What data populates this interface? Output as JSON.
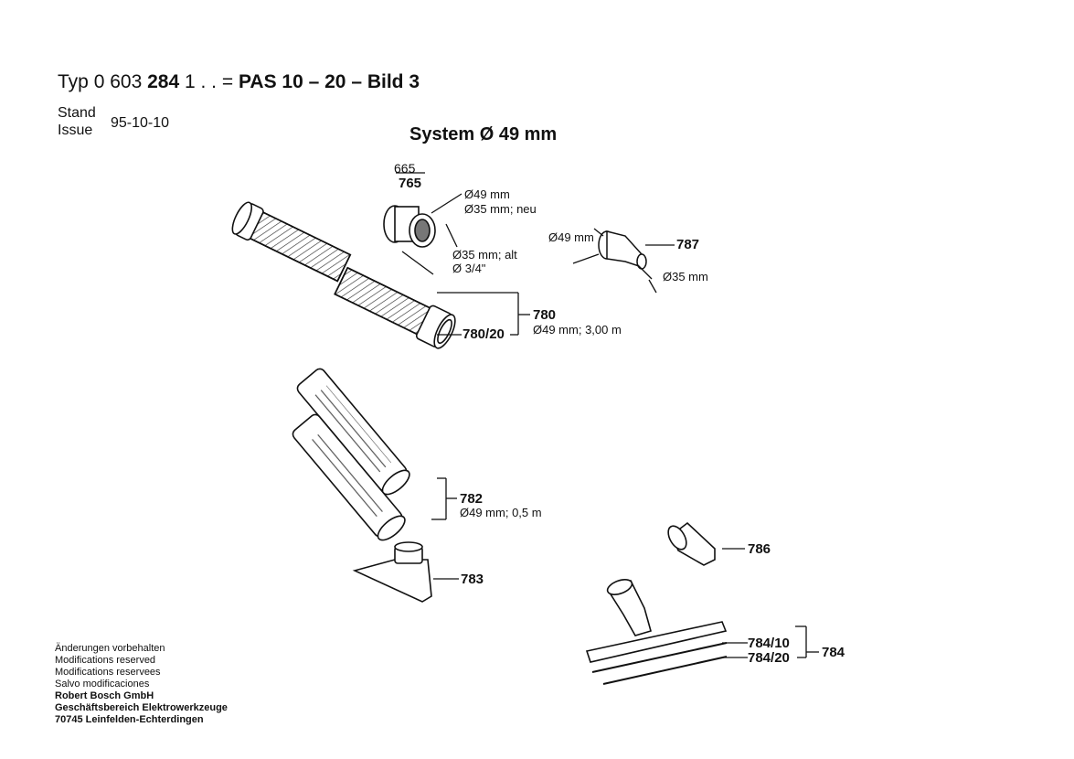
{
  "header": {
    "typ_prefix": "Typ",
    "typ_number_a": "0 603",
    "typ_number_b": "284",
    "typ_number_c": "1 . . =",
    "model": "PAS 10 – 20 – Bild 3",
    "stand_label": "Stand",
    "issue_label": "Issue",
    "date": "95-10-10"
  },
  "system_title": "System Ø 49 mm",
  "parts": {
    "p665": "665",
    "p765": "765",
    "p765_note1": "Ø49 mm",
    "p765_note2": "Ø35 mm; neu",
    "p765_note3": "Ø35 mm; alt",
    "p765_note4": "Ø 3/4\"",
    "p787": "787",
    "p787_note1": "Ø49 mm",
    "p787_note2": "Ø35 mm",
    "p780": "780",
    "p780_20": "780/20",
    "p780_note": "Ø49 mm; 3,00 m",
    "p782": "782",
    "p782_note": "Ø49 mm;  0,5 m",
    "p783": "783",
    "p786": "786",
    "p784": "784",
    "p784_10": "784/10",
    "p784_20": "784/20"
  },
  "footer": {
    "line1": "Änderungen vorbehalten",
    "line2": "Modifications reserved",
    "line3": "Modifications reservees",
    "line4": "Salvo modificaciones",
    "line5": "Robert Bosch GmbH",
    "line6": "Geschäftsbereich Elektrowerkzeuge",
    "line7": "70745 Leinfelden-Echterdingen"
  }
}
